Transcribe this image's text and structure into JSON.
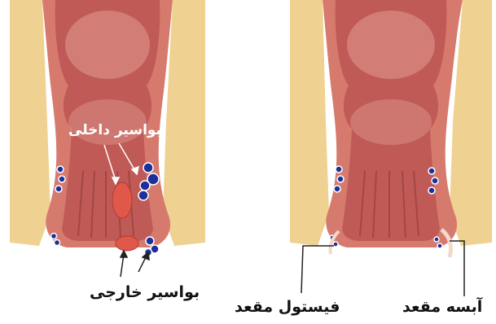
{
  "colors": {
    "tissue": "#efd191",
    "muscle": "#d67a6e",
    "muscle_dark": "#b9574f",
    "lumen": "#c05a56",
    "lumen_light": "#e09a90",
    "vein": "#1d2f9a",
    "hemorrhoid": "#e0584a",
    "leader": "#222222"
  },
  "panels": [
    {
      "labels": {
        "internal": "بواسیر داخلی",
        "external": "بواسیر خارجی"
      }
    },
    {
      "labels": {
        "fistula": "فیستول مقعد",
        "abscess": "آبسه مقعد"
      }
    }
  ]
}
